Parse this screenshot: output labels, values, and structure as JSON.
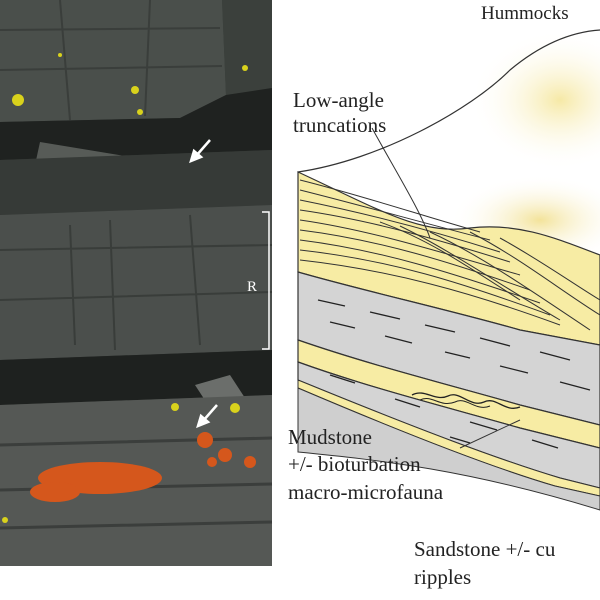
{
  "photo_panel": {
    "scale_bar_label": "R"
  },
  "diagram_panel": {
    "labels": {
      "hummocks": "Hummocks",
      "low_angle_line1": "Low-angle",
      "low_angle_line2": "truncations",
      "mudstone_line1": "Mudstone",
      "mudstone_line2": "+/- bioturbation",
      "mudstone_line3": "macro-microfauna",
      "sandstone_line1": "Sandstone +/- cu",
      "sandstone_line2": "ripples"
    },
    "colors": {
      "sandstone": "#f7eca4",
      "mudstone": "#d4d4d4",
      "hummock_light": "#fdf7d5",
      "lichen_yellow": "#d9d21c",
      "lichen_orange": "#d5571c",
      "rock_dark": "#2f3330"
    }
  }
}
